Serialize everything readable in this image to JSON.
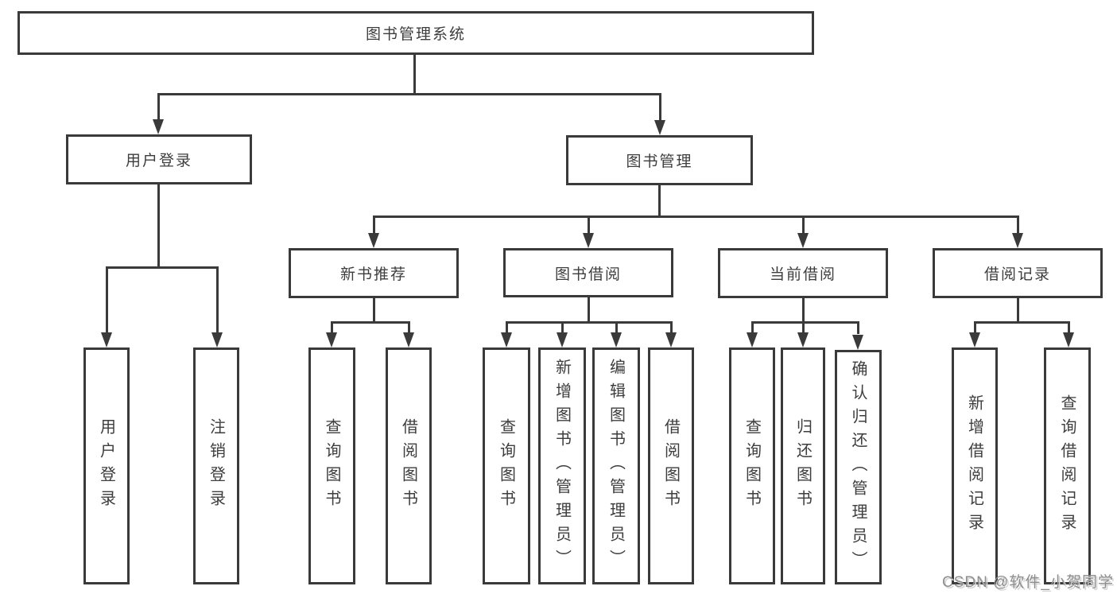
{
  "tree": {
    "root": {
      "label": "图书管理系统"
    },
    "branches": [
      {
        "label": "用户登录",
        "children": [
          {
            "label": "用户登录"
          },
          {
            "label": "注销登录"
          }
        ]
      },
      {
        "label": "图书管理",
        "children": [
          {
            "label": "新书推荐",
            "children": [
              {
                "label": "查询图书"
              },
              {
                "label": "借阅图书"
              }
            ]
          },
          {
            "label": "图书借阅",
            "children": [
              {
                "label": "查询图书"
              },
              {
                "label": "新增图书（管理员）"
              },
              {
                "label": "编辑图书（管理员）"
              },
              {
                "label": "借阅图书"
              }
            ]
          },
          {
            "label": "当前借阅",
            "children": [
              {
                "label": "查询图书"
              },
              {
                "label": "归还图书"
              },
              {
                "label": "确认归还（管理员）"
              }
            ]
          },
          {
            "label": "借阅记录",
            "children": [
              {
                "label": "新增借阅记录"
              },
              {
                "label": "查询借阅记录"
              }
            ]
          }
        ]
      }
    ]
  },
  "watermark": {
    "text": "CSDN @软件_小贺同学"
  },
  "colors": {
    "line": "#3a3a3a",
    "box_border": "#3a3a3a",
    "text": "#3d3d3d",
    "background": "#ffffff",
    "watermark": "#8e8e8e"
  }
}
